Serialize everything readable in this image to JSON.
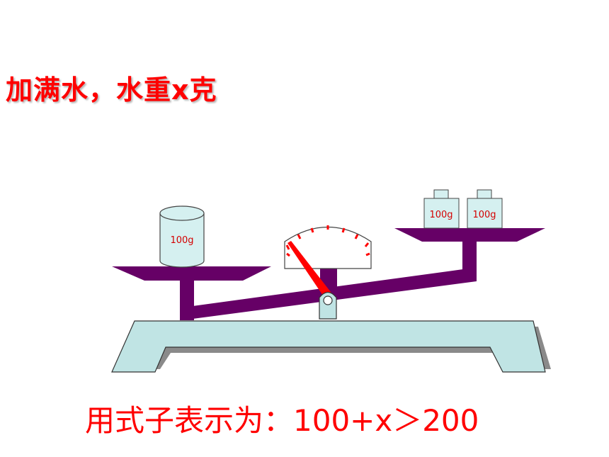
{
  "title": "加满水，水重x克",
  "formula": "用式子表示为：100+x＞200",
  "left_pan": {
    "container_label": "100g"
  },
  "right_pan": {
    "weights": [
      {
        "label": "100g"
      },
      {
        "label": "100g"
      }
    ]
  },
  "colors": {
    "text": "#ff0000",
    "scale_body": "#660066",
    "base": "#c0e4e4",
    "container": "#d5f0f0",
    "needle": "#ff0000"
  }
}
